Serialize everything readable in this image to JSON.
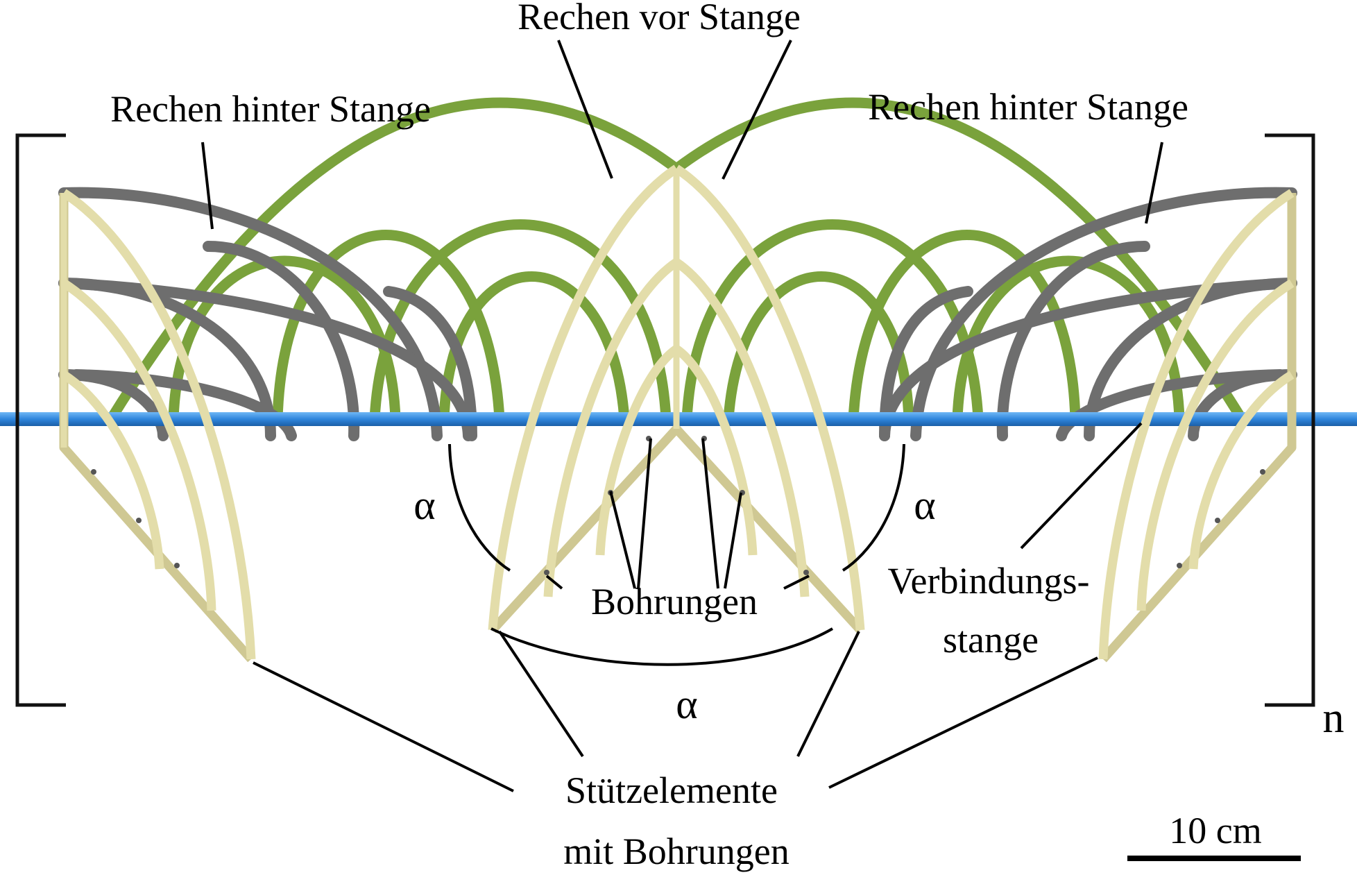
{
  "labels": {
    "rake_front": "Rechen vor Stange",
    "rake_back_left": "Rechen hinter Stange",
    "rake_back_right": "Rechen hinter Stange",
    "connecting_rod_1": "Verbindungs-",
    "connecting_rod_2": "stange",
    "holes": "Bohrungen",
    "supports_1": "Stützelemente",
    "supports_2": "mit Bohrungen",
    "angle_left": "α",
    "angle_right": "α",
    "angle_bottom": "α",
    "repeat_n": "n",
    "scale": "10 cm"
  },
  "colors": {
    "green_rake": "#7aa23c",
    "grey_rake": "#707070",
    "support": "#e8e3b4",
    "rod": "#3a8ee0"
  }
}
